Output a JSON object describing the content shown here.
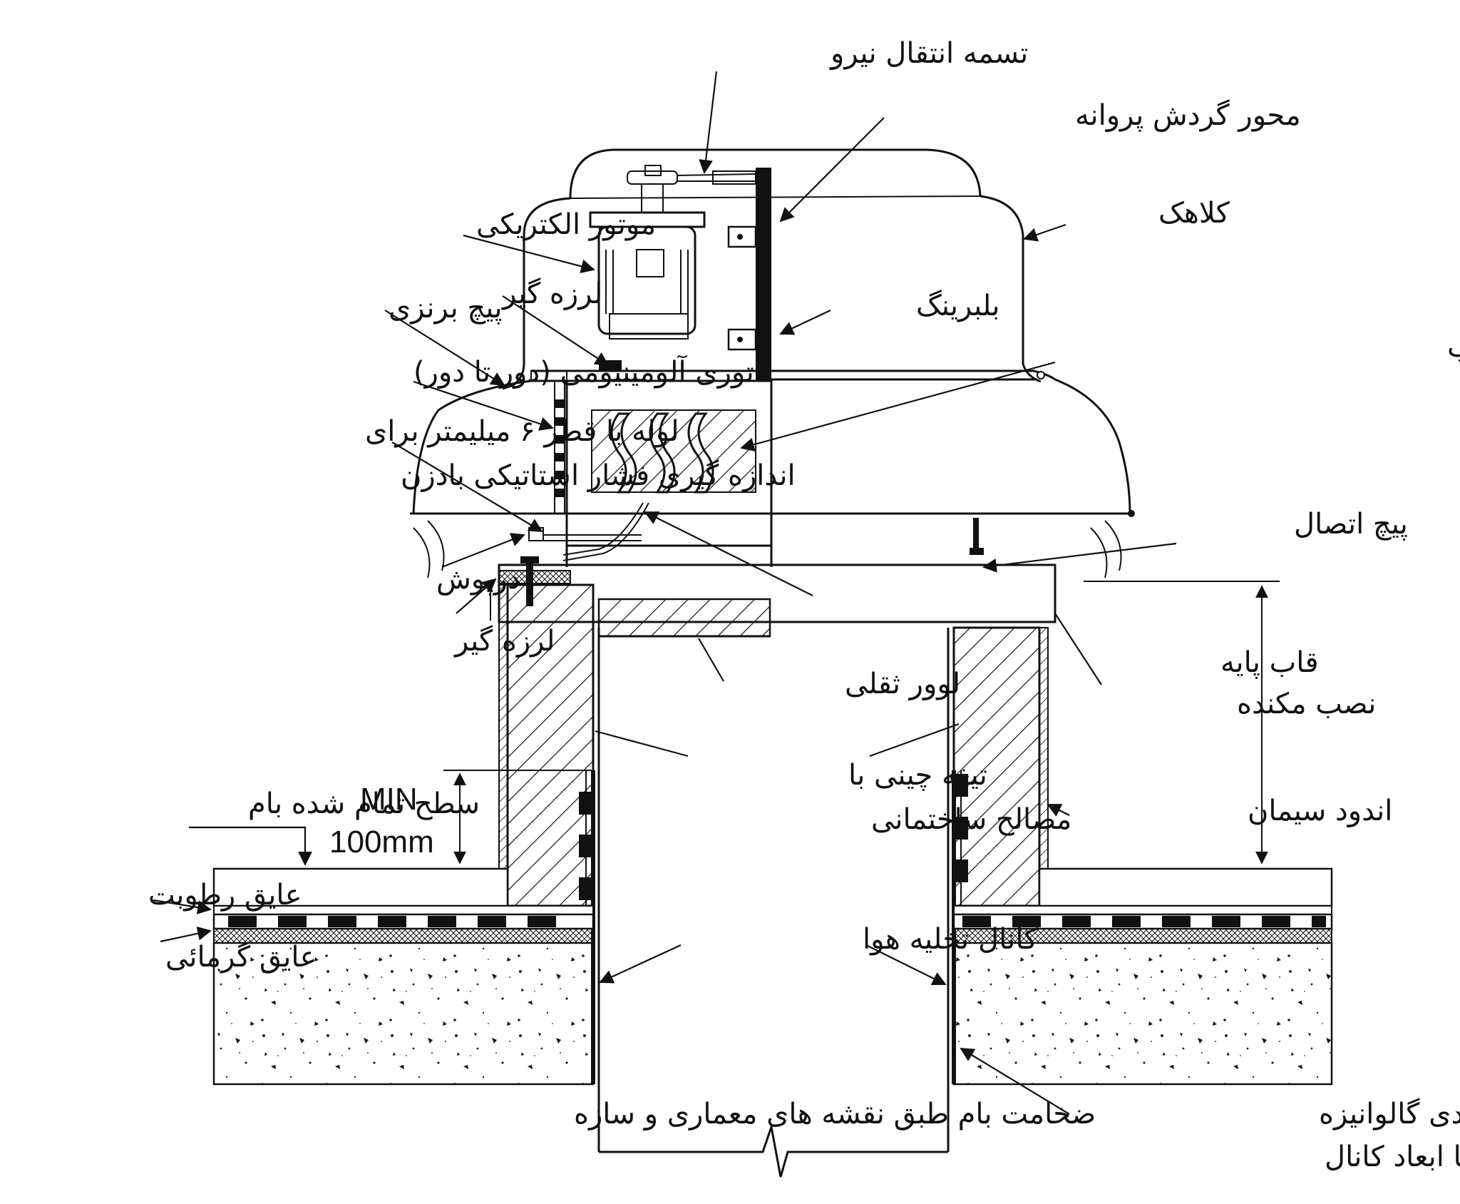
{
  "labels": {
    "belt": "تسمه انتقال نیرو",
    "shaft": "محور گردش پروانه",
    "hood": "کلاهک",
    "motor": "موتور الکتریکی",
    "damper_top": "لرزه گیر",
    "bronze_screw": "پیچ برنزی",
    "bearing": "بلبرینگ",
    "impeller": "پروانه با پره های  خمیده به عقب",
    "screen": "توری آلومینیومی (دور تا دور)",
    "tube_1": "لوله با قطر ۶ میلیمتر برای",
    "tube_2": "اندازه گیری  فشار استاتیکی بادزن",
    "connect_screw": "پیچ اتصال",
    "lid": "درپوش",
    "damper_bottom": "لرزه گیر",
    "louver": "لوور ثقلی",
    "base_frame_1": "قاب پایه",
    "base_frame_2": "نصب مکنده",
    "wall_1": "تیغه چینی با",
    "wall_2": "مصالح ساختمانی",
    "plaster": "اندود سیمان",
    "min_1": "MIN",
    "min_2": "100mm",
    "roof_surface": "سطح تمام شده بام",
    "moisture": "عایق رطوبت",
    "thermal": "عایق گرمائی",
    "channel": "کانال تخلیه هوا",
    "roof_thickness": "ضخامت بام طبق نقشه های معماری و سازه",
    "sleeve_1": "غلاف فولادی گالوانیزه",
    "sleeve_2": "متناسب با ابعاد کانال"
  },
  "colors": {
    "ink": "#111111",
    "background": "#ffffff"
  }
}
